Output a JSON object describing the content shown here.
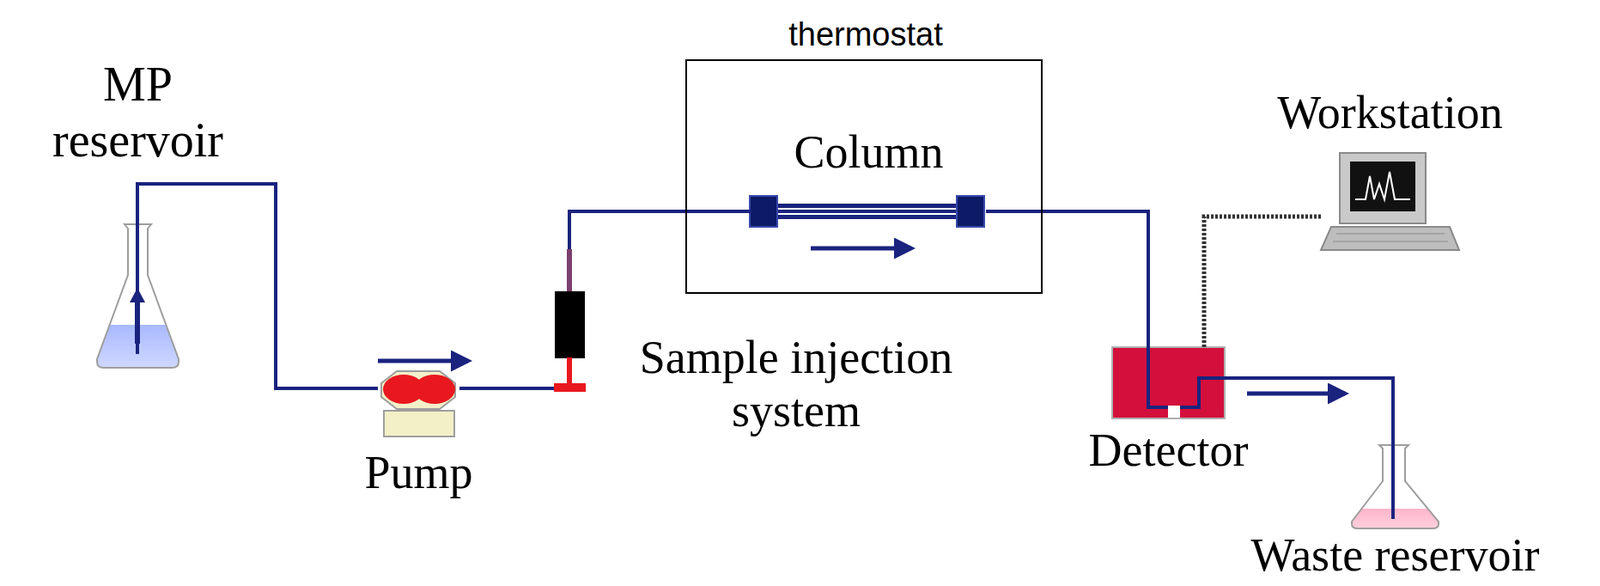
{
  "diagram": {
    "nodes": [
      {
        "text": [
          "MP reservoir"
        ]
      },
      {
        "text": [
          "Pump"
        ]
      },
      {
        "text": [
          "Sample injection system"
        ]
      },
      {
        "text": [
          "thermostat"
        ]
      },
      {
        "text": [
          "Column"
        ],
        "in": 3
      },
      {
        "text": [
          "Workstation"
        ]
      },
      {
        "text": [
          "Detector"
        ]
      },
      {
        "text": [
          "Waste reservoir"
        ]
      }
    ],
    "edges": [
      {
        "from": 0,
        "to": 1,
        "arrow": "none"
      },
      {
        "from": 1,
        "to": 2,
        "arrow": "none"
      },
      {
        "from": 2,
        "to": 4,
        "arrow": "none"
      },
      {
        "from": 4,
        "to": 6,
        "arrow": "none"
      },
      {
        "from": 6,
        "to": 7,
        "arrow": "none"
      },
      {
        "from": 6,
        "to": 5,
        "arrow": "none"
      }
    ]
  }
}
